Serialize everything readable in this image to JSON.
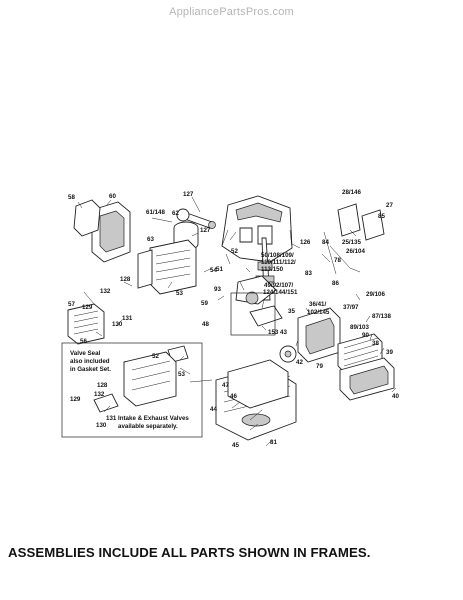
{
  "watermark": "AppliancePartsPros.com",
  "footer_note": "ASSEMBLIES INCLUDE ALL PARTS SHOWN IN FRAMES.",
  "valve_seal_note": [
    "Valve Seal",
    "also included",
    "in Gasket Set."
  ],
  "valves_note": [
    "Intake & Exhaust Valves",
    "available separately."
  ],
  "part_labels": {
    "p58": "58",
    "p60": "60",
    "p61_148": "61/148",
    "p127a": "127",
    "p62": "62",
    "p127b": "127",
    "p28_146": "28/146",
    "p27": "27",
    "p85": "85",
    "p63": "63",
    "p52a": "52",
    "p126": "126",
    "p84": "84",
    "p25_135": "25/135",
    "p26_104": "26/104",
    "p51": "51",
    "p50_group": "50/108/109/",
    "p110_group": "110/111/112/",
    "p113_150": "113/150",
    "p83": "83",
    "p78": "78",
    "p86": "86",
    "p54": "54",
    "p128a": "128",
    "p53a": "53",
    "p49_group": "49/92/107/",
    "p124_group": "124/144/151",
    "p29_106": "29/106",
    "p132a": "132",
    "p93": "93",
    "p59": "59",
    "p57": "57",
    "p129a": "129",
    "p131a": "131",
    "p130a": "130",
    "p48": "48",
    "p36_group": "36/41/",
    "p102_145": "102/145",
    "p37_97": "37/97",
    "p87_138": "87/138",
    "p35": "35",
    "p89_103": "89/103",
    "p90": "90",
    "p38": "38",
    "p56": "56",
    "p153": "153",
    "p43": "43",
    "p42": "42",
    "p79": "79",
    "p39": "39",
    "p52b": "52",
    "p53b": "53",
    "p128b": "128",
    "p132b": "132",
    "p47": "47",
    "p40": "40",
    "p129b": "129",
    "p131b": "131",
    "p130b": "130",
    "p46": "46",
    "p44": "44",
    "p45": "45",
    "p81": "81"
  }
}
